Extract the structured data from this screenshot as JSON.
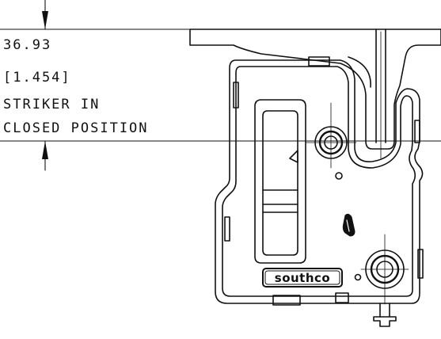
{
  "annotation": {
    "dimension_mm": "36.93",
    "dimension_in": "[1.454]",
    "note_line1": "STRIKER IN",
    "note_line2": "CLOSED POSITION"
  },
  "logo": {
    "brand": "southco"
  },
  "style": {
    "line_color": "#111111",
    "background": "#ffffff"
  }
}
